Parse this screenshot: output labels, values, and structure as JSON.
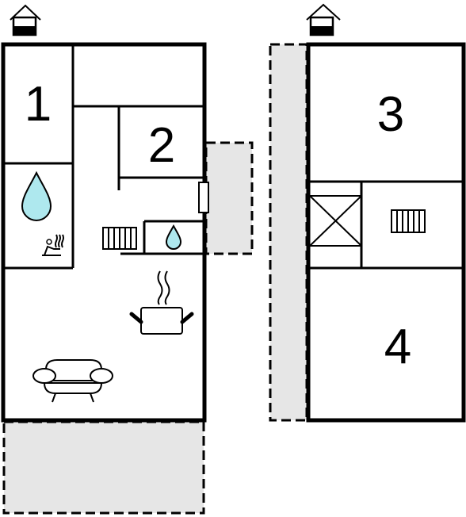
{
  "floors": [
    {
      "id": "ground",
      "rooms": [
        {
          "number": "1",
          "kind": "bedroom"
        },
        {
          "number": "2",
          "kind": "bedroom"
        }
      ],
      "icons": [
        "house-icon",
        "water-drop-icon",
        "sauna-icon",
        "radiator-icon",
        "small-water-drop-icon",
        "cooking-pot-icon",
        "sofa-icon"
      ]
    },
    {
      "id": "upper",
      "rooms": [
        {
          "number": "3",
          "kind": "bedroom"
        },
        {
          "number": "4",
          "kind": "bedroom"
        }
      ],
      "icons": [
        "house-icon",
        "stair-void-icon",
        "radiator-icon"
      ]
    }
  ],
  "colors": {
    "wall": "#000000",
    "terrace": "#e6e6e6",
    "water": "#aee8ee",
    "background": "#ffffff"
  }
}
